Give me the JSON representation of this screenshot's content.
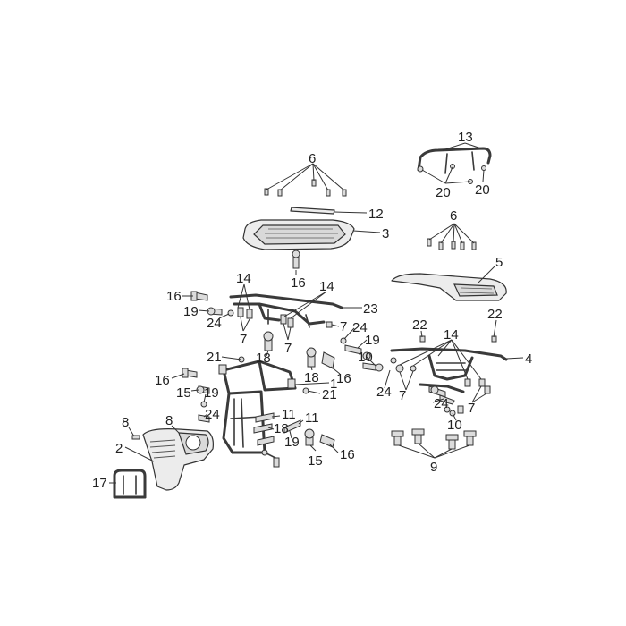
{
  "colors": {
    "line": "#333333",
    "fill": "#ececec",
    "background": "#ffffff"
  },
  "labels": {
    "l13": "13",
    "l6a": "6",
    "l12": "12",
    "l3": "3",
    "l20a": "20",
    "l20b": "20",
    "l6b": "6",
    "l5": "5",
    "l16a": "16",
    "l14a": "14",
    "l14b": "14",
    "l16b": "16",
    "l19a": "19",
    "l24a": "24",
    "l7a": "7",
    "l7b": "7",
    "l7c": "7",
    "l23": "23",
    "l22a": "22",
    "l22b": "22",
    "l14c": "14",
    "l24b": "24",
    "l19b": "19",
    "l10a": "10",
    "l4": "4",
    "l18a": "18",
    "l21a": "21",
    "l18b": "18",
    "l16c": "16",
    "l24c": "24",
    "l7d": "7",
    "l7e": "7",
    "l16d": "16",
    "l15a": "15",
    "l19c": "19",
    "l1": "1",
    "l21b": "21",
    "l24d": "24",
    "l10b": "10",
    "l8a": "8",
    "l8b": "8",
    "l11a": "11",
    "l11b": "11",
    "l18c": "18",
    "l24e": "24",
    "l19d": "19",
    "l2": "2",
    "l15b": "15",
    "l16e": "16",
    "l9": "9",
    "l17": "17"
  }
}
